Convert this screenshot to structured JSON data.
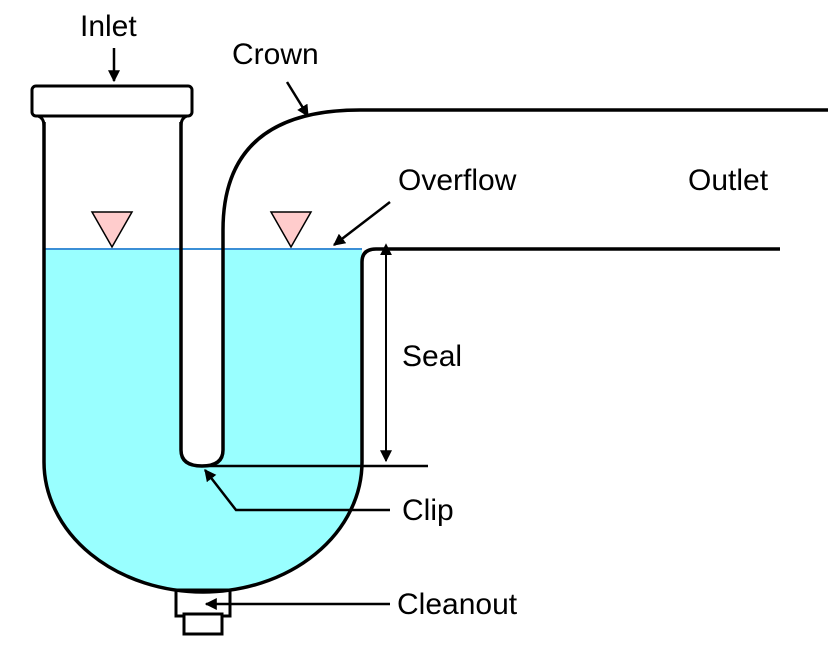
{
  "labels": {
    "inlet": "Inlet",
    "crown": "Crown",
    "overflow": "Overflow",
    "outlet": "Outlet",
    "seal": "Seal",
    "clip": "Clip",
    "cleanout": "Cleanout"
  },
  "colors": {
    "water": "#99ffff",
    "water_line": "#3b8fd6",
    "marker": "#ffcccc",
    "stroke": "#000000",
    "background": "#ffffff"
  }
}
